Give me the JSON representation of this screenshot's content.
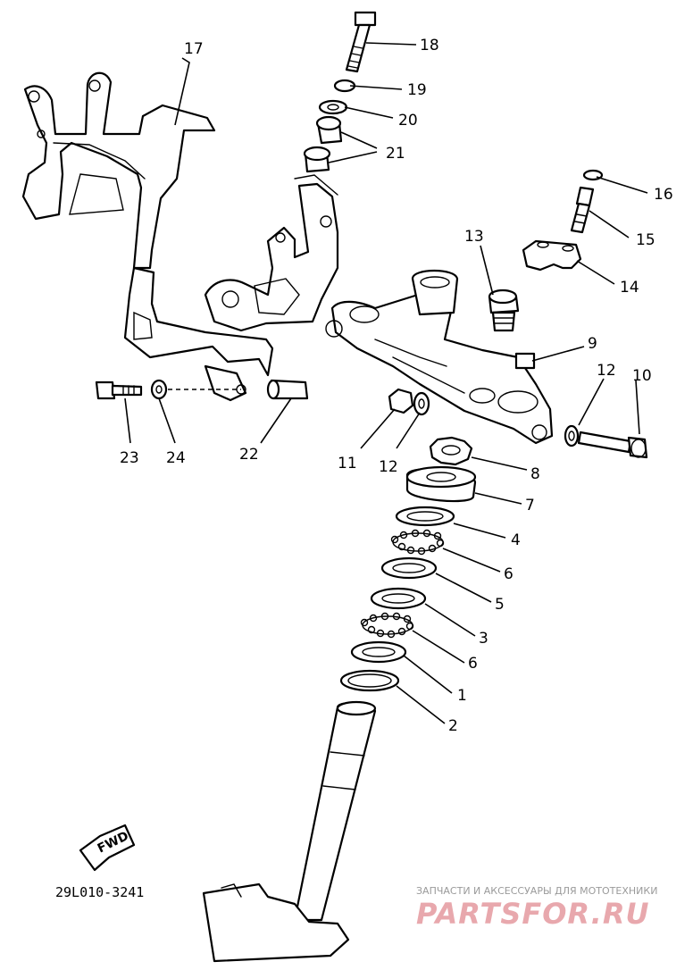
{
  "callouts": {
    "c1": "1",
    "c2": "2",
    "c3": "3",
    "c4": "4",
    "c5": "5",
    "c6a": "6",
    "c6b": "6",
    "c7": "7",
    "c8": "8",
    "c9": "9",
    "c10": "10",
    "c11": "11",
    "c12a": "12",
    "c12b": "12",
    "c13": "13",
    "c14": "14",
    "c15": "15",
    "c16": "16",
    "c17": "17",
    "c18": "18",
    "c19": "19",
    "c20": "20",
    "c21": "21",
    "c22": "22",
    "c23": "23",
    "c24": "24"
  },
  "diagram_code": "29L010-3241",
  "fwd_label": "FWD",
  "watermark": {
    "tagline": "ЗАПЧАСТИ И АКСЕССУАРЫ ДЛЯ МОТОТЕХНИКИ",
    "brand": "PARTSFOR.RU"
  },
  "colors": {
    "ink": "#000000",
    "watermark_brand": "#e8a8ad",
    "watermark_tagline": "#9a9a9a"
  }
}
